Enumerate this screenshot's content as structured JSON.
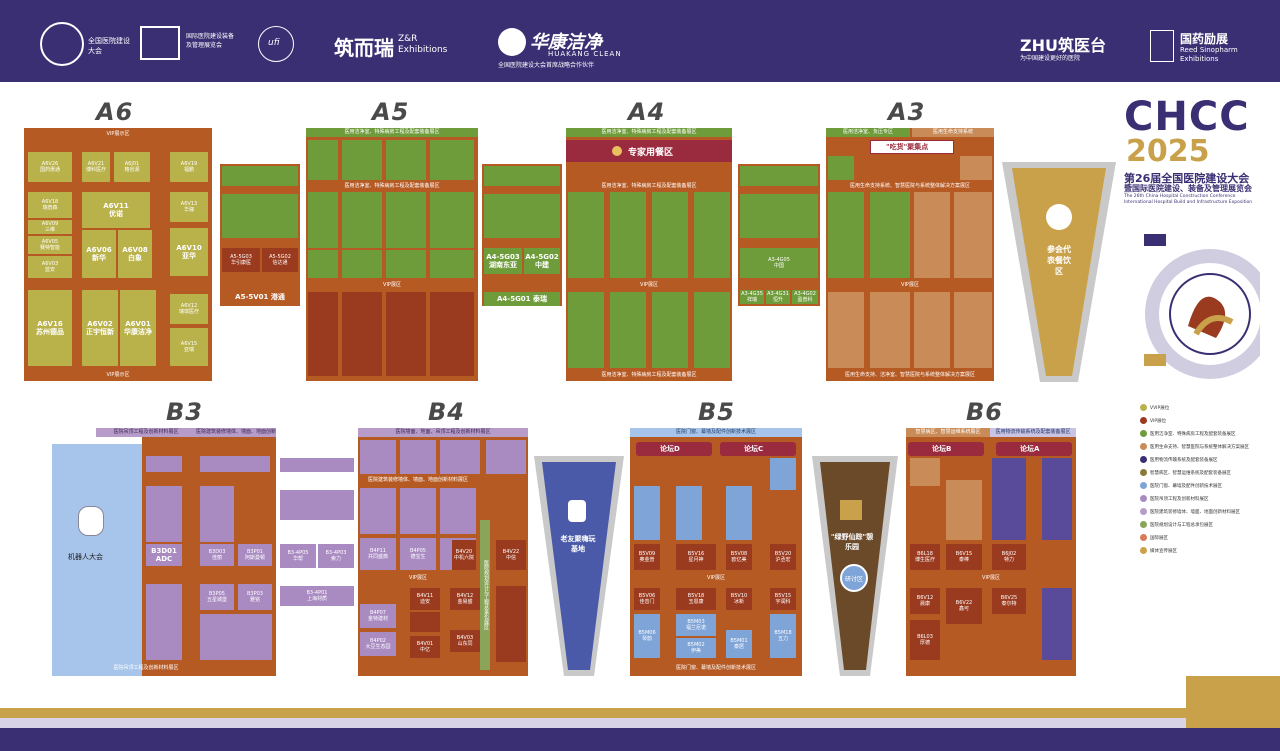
{
  "header": {
    "org1": "全国医院建设大会",
    "org2": "国际医院建设装备及管理展览会",
    "ufi": "ufi",
    "brand": "筑而瑞",
    "brand_en": "Z&R Exhibitions",
    "huakang": "华康洁净",
    "huakang_en": "HUAKANG CLEAN",
    "huakang_sub": "全国医院建设大会首席战略合作伙伴",
    "zhu": "ZHU筑医台",
    "zhu_sub": "为中国建设更好的医院",
    "sino": "国药励展",
    "sino_en": "Reed Sinopharm Exhibitions"
  },
  "halls": {
    "a6": "A6",
    "a5": "A5",
    "a4": "A4",
    "a3": "A3",
    "b3": "B3",
    "b4": "B4",
    "b5": "B5",
    "b6": "B6"
  },
  "branding": {
    "chcc": "CHCC",
    "year": "2025",
    "title1": "第26届全国医院建设大会",
    "title2": "暨国际医院建设、装备及管理展览会",
    "title_en1": "The 26th China Hospital Construction Conference",
    "title_en2": "International Hospital Build and Infrastructure Exposition"
  },
  "bands": {
    "vip": "VIP展示区",
    "vip2": "VIP展区",
    "a5_top": "医用洁净室、特殊病房工程及配套装备展区",
    "a4_top": "医用洁净室、特殊病房工程及配套装备展区",
    "a3_top1": "医用洁净室、负压专区",
    "a3_top2": "医用生命支持系统",
    "a3_mid": "医用生命支持系统、智慧医院与系统整体解决方案展区",
    "a3_bot": "医用生命支持、洁净室、智慧医院与系统整体解决方案展区",
    "a4_bot": "医用洁净室、特殊病房工程及配套装备展区",
    "b3_top": "医院吊顶工程及创新材料展区",
    "b3_top2": "医院建筑装修墙体、墙面、地面创新材料展区",
    "b3_bot": "医院吊顶工程及创新材料展区",
    "b4_top": "医院墙面、地面、吊顶工程及创新材料展区",
    "b4_mid": "医院建筑装修墙体、墙面、地面创新材料展区",
    "b5_top": "医院门窗、幕墙及配件创新技术展区",
    "b5_bot": "医院门窗、幕墙及配件创新技术展区",
    "b6_top1": "智慧病区、智慧运维系统展区",
    "b6_top2": "医用物流传输系统及配套装备展区",
    "b4_vert": "医院规划设计与工程总承包展区"
  },
  "zones": {
    "expert_dining": "专家用餐区",
    "snack": "\"吃货\"聚集点",
    "attendee_dining": "参会代表餐饮区",
    "robot": "机器人大会",
    "old_friends": "老友聚嗨玩基地",
    "green": "\"绿野仙踪\"憩乐园",
    "workshop": "研讨区",
    "forum_d": "论坛D",
    "forum_c": "论坛C",
    "forum_b": "论坛B",
    "forum_a": "论坛A"
  },
  "booths": {
    "a6v26": "A6V26\n国药惠通",
    "a6v21": "A6V21\n博科医疗",
    "a6j01": "A6J01\n格创源",
    "a6v19": "A6V19\n福鹏",
    "a6v18": "A6V18\n瑞普森",
    "a6v11": "A6V11\n优诺",
    "a6v13": "A6V13\n华骊",
    "a6v09": "A6V09\n三维",
    "a6v05": "A6V05\n赛特智能",
    "a6v06": "A6V06\n新华",
    "a6v08": "A6V08\n白象",
    "a6v10": "A6V10\n亚华",
    "a6v03": "A6V03\n蓝安",
    "a6v16": "A6V16\n苏州德品",
    "a6v02": "A6V02\n正宇恒新",
    "a6v01": "A6V01\n华康洁净",
    "a6v12": "A6V12\n瑞琪医疗",
    "a6v15": "A6V15\n亚瑞",
    "a5_5v01": "A5-5V01 港通",
    "a5_5g03": "A5-5G03\n华引康医",
    "a5_5g02": "A5-5G02\n信达通",
    "a4_5g03": "A4-5G03\n湖南东亚",
    "a4_5g02": "A4-5G02\n中建",
    "a4_5g01": "A4-5G01 泰瑞",
    "a3_4g05": "A3-4G05\n中国",
    "a3_4g35": "A3-4G35\n祥瑞",
    "a3_4g31": "A3-4G31\n恒升",
    "a3_4g02": "A3-4G02\n盈普科",
    "b3d01": "B3D01\nADC",
    "b3d03": "B3D03\n佳丽",
    "b3p01": "B3P01\n阿斯曼顿",
    "b3p05": "B3-4P05\n华帮",
    "b3p03": "B3-4P03\n索力",
    "b3p07": "B3P05\n五星城堡",
    "b3p08": "B3P03\n雅铭",
    "b3_4p01": "B3-4P01\n上海材质",
    "b4v20": "B4V20\n中机六院",
    "b4v22": "B4V22\n中信",
    "b4p11": "B4P11\n共同盛典",
    "b4p05": "B4P05\n德宝生",
    "b4v11": "B4V11\n迪安",
    "b4v12": "B4V12\n金易盛",
    "b4p07": "B4P07\n金特建材",
    "b4p02": "B4P02\n大豆生态园",
    "b4v01": "B4V01\n中亿",
    "b4v03": "B4V03\n山东同",
    "b5v09": "B5V09\n奥金普",
    "b5v16": "B5V16\n星月神",
    "b5v08": "B5V08\n欧亿美",
    "b5v20": "B5V20\n沪丞宏",
    "b5v06": "B5V06\n佳音门",
    "b5v18": "B5V18\n玉恩康",
    "b5v10": "B5V10\n冰新",
    "b5v15": "B5V15\n宇润科",
    "b5m06": "B5M06\n琴韵",
    "b5m03": "B5M03\n福兰尼诺",
    "b5m18": "B5M18\n五力",
    "b5m02": "B5M02\n伊美",
    "b5m01": "B5M01\n泰居",
    "b6l18": "B6L18\n博生医疗",
    "b6v15": "B6V15\n泰棒",
    "b6j02": "B6J02\n特力",
    "b6v12": "B6V12\n晨康",
    "b6v22": "B6V22\n鑫可",
    "b6v25": "B6V25\n泰尔特",
    "b6l03": "B6L03\n厚德"
  },
  "legend": [
    {
      "label": "VVIP展位",
      "color": "#b9b14a"
    },
    {
      "label": "VIP展位",
      "color": "#9a3a1f"
    },
    {
      "label": "医用洁净室、特殊病房工程及配套装备展区",
      "color": "#6f9c3b"
    },
    {
      "label": "医用生命支持、智慧医院与系统整体解决方案展区",
      "color": "#c98b57"
    },
    {
      "label": "医用物流传输系统及配套装备展区",
      "color": "#3b2f73"
    },
    {
      "label": "智慧病区、智慧运维系统及配套装备展区",
      "color": "#8a7a3a"
    },
    {
      "label": "医院门窗、幕墙及配件创新技术展区",
      "color": "#7fa4d8"
    },
    {
      "label": "医院吊顶工程及创新材料展区",
      "color": "#a98bc2"
    },
    {
      "label": "医院建筑装修墙体、墙面、地面创新材料展区",
      "color": "#b79bc8"
    },
    {
      "label": "医院规划设计与工程总承包展区",
      "color": "#8aa55a"
    },
    {
      "label": "国际展区",
      "color": "#d97a5a"
    },
    {
      "label": "媒体宣传展区",
      "color": "#cfa24a"
    }
  ]
}
